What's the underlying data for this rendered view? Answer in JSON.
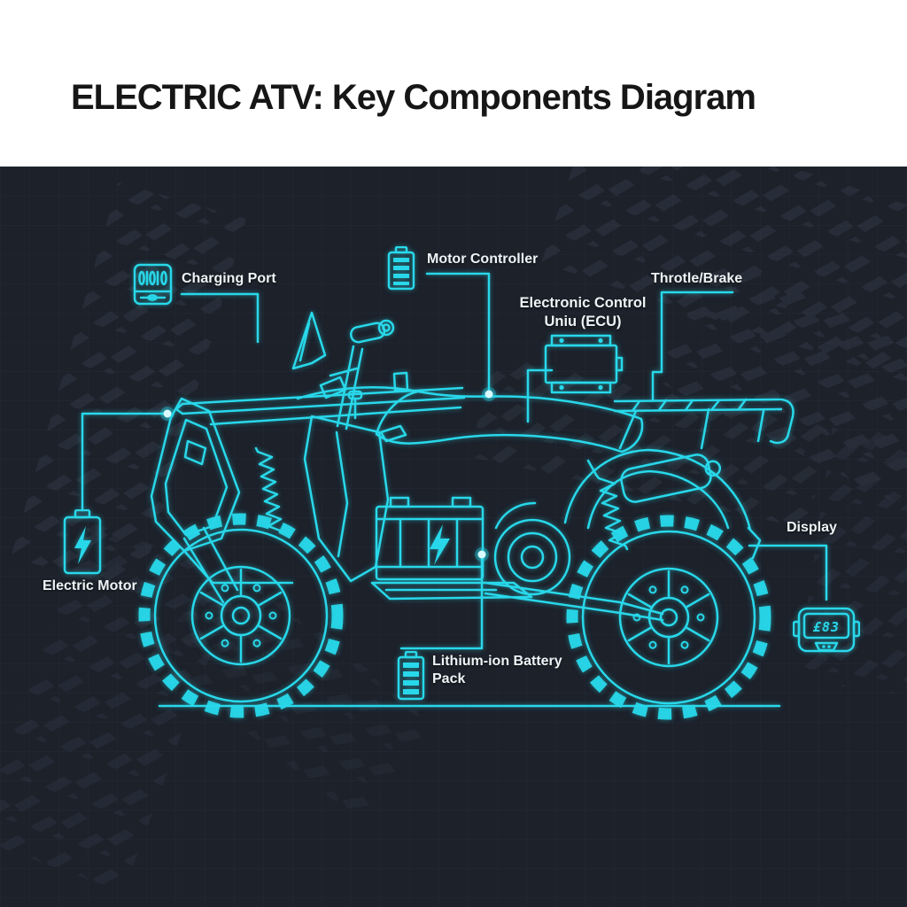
{
  "header": {
    "title": "ELECTRIC ATV: Key Components Diagram"
  },
  "theme": {
    "accent_cyan": "#28d8ea",
    "glow_dot": "#d9fbff",
    "panel_bg": "#1c212a",
    "header_bg": "#ffffff",
    "title_color": "#161616",
    "label_color": "#eef3f5",
    "grid_line": "#2a313d",
    "tread_mark": "#333b47"
  },
  "diagram": {
    "subject": "Electric ATV side-view cyan blueprint line art",
    "labels": {
      "charging_port": {
        "text": "Charging Port",
        "icon": "charging-port-icon"
      },
      "motor_controller": {
        "text": "Motor Controller",
        "icon": "battery-gauge-icon"
      },
      "ecu": {
        "line1": "Electronic Control",
        "line2": "Uniu (ECU)",
        "icon": "ecu-module-icon"
      },
      "throttle_brake": {
        "text": "Throtle/Brake"
      },
      "display": {
        "text": "Display",
        "icon": "display-icon",
        "reading": "£83"
      },
      "electric_motor": {
        "text": "Electric Motor",
        "icon": "battery-bolt-icon"
      },
      "battery_pack": {
        "line1": "Lithium-ion Battery",
        "line2": "Pack",
        "icon": "battery-pack-icon"
      }
    }
  }
}
